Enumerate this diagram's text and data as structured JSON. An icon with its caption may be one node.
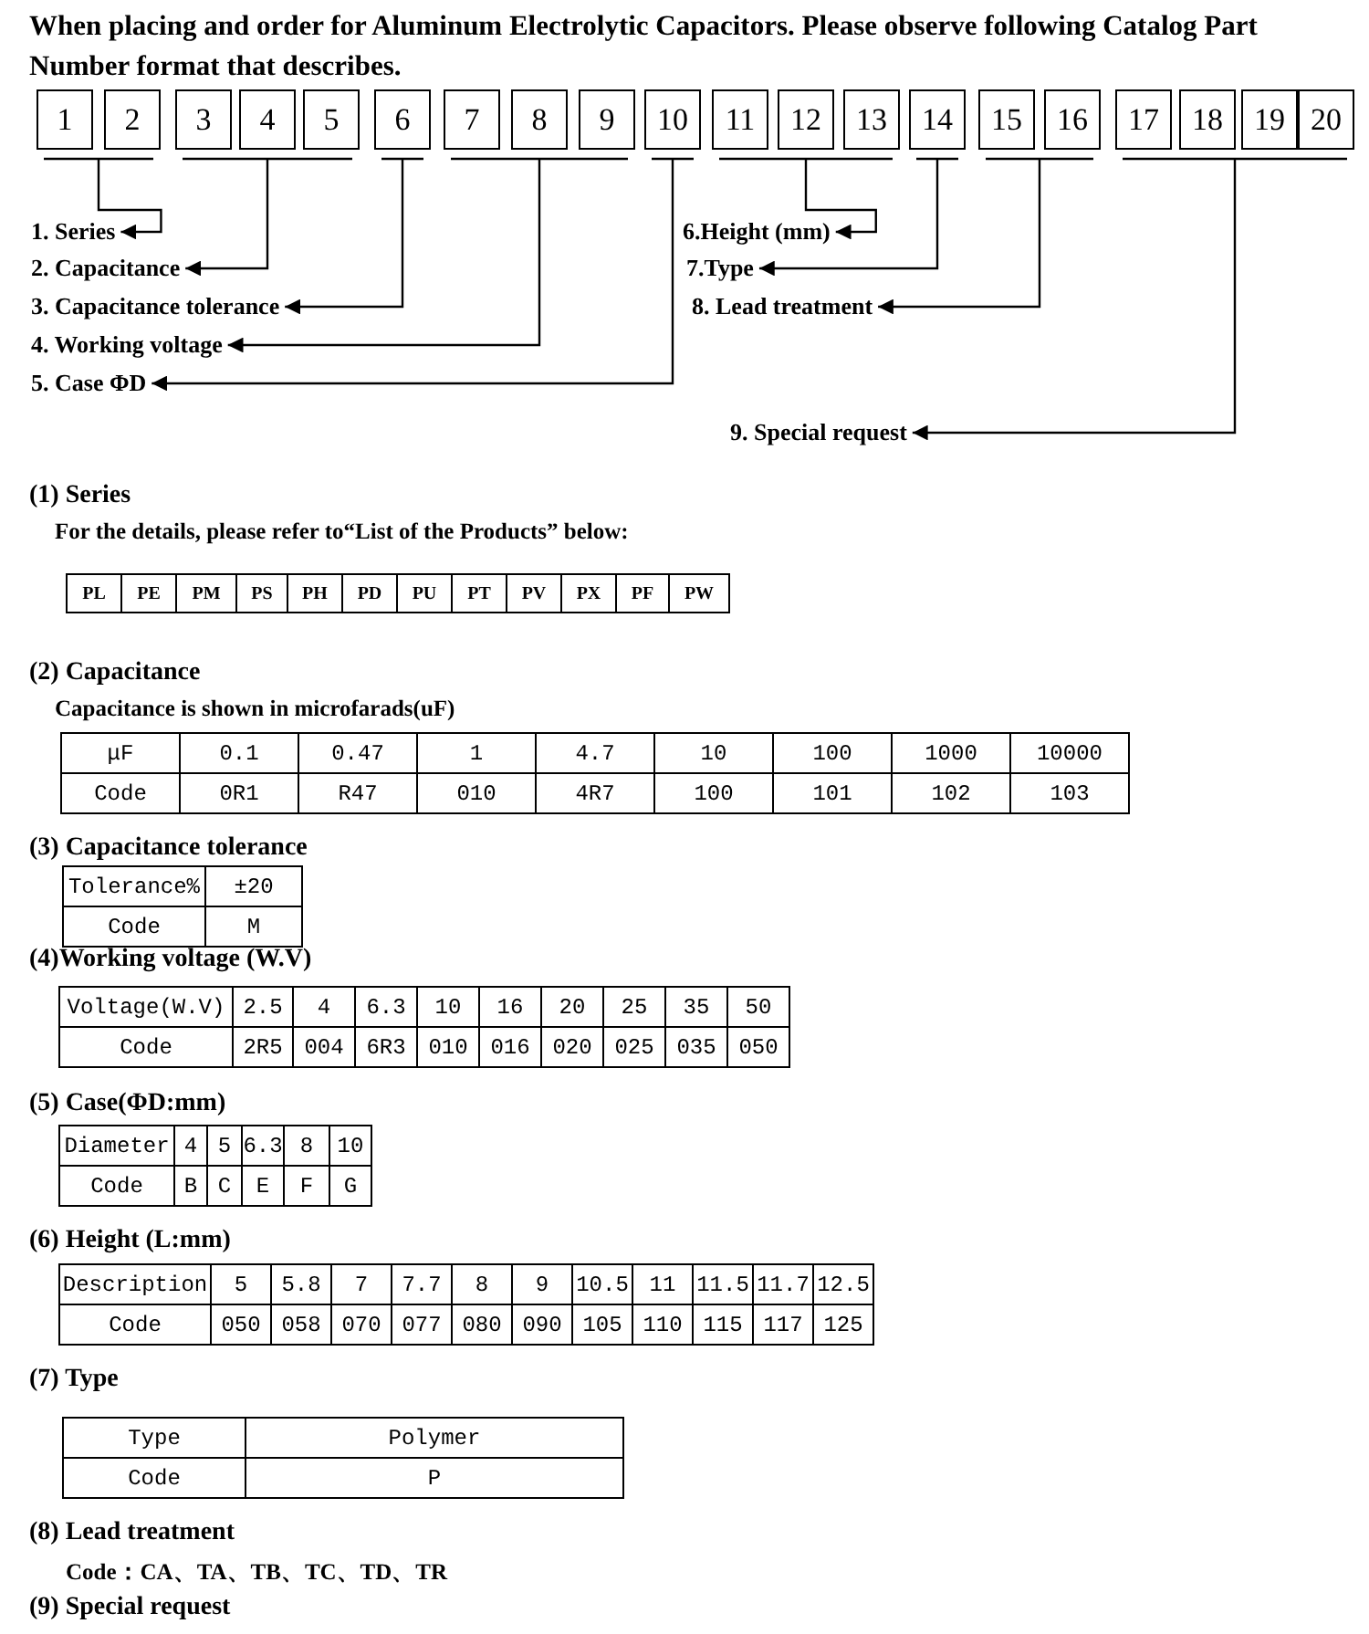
{
  "diagram": {
    "title": "When placing and order for Aluminum Electrolytic Capacitors. Please observe following Catalog Part Number format that describes.",
    "nodes": [
      {
        "text": [
          "1"
        ]
      },
      {
        "text": [
          "2"
        ]
      },
      {
        "text": [
          "3"
        ]
      },
      {
        "text": [
          "4"
        ]
      },
      {
        "text": [
          "5"
        ]
      },
      {
        "text": [
          "6"
        ]
      },
      {
        "text": [
          "7"
        ]
      },
      {
        "text": [
          "8"
        ]
      },
      {
        "text": [
          "9"
        ]
      },
      {
        "text": [
          "10"
        ]
      },
      {
        "text": [
          "11"
        ]
      },
      {
        "text": [
          "12"
        ]
      },
      {
        "text": [
          "13"
        ]
      },
      {
        "text": [
          "14"
        ]
      },
      {
        "text": [
          "15"
        ]
      },
      {
        "text": [
          "16"
        ]
      },
      {
        "text": [
          "17"
        ]
      },
      {
        "text": [
          "18"
        ]
      },
      {
        "text": [
          "19"
        ]
      },
      {
        "text": [
          "20"
        ]
      },
      {
        "text": [
          "1. Series"
        ]
      },
      {
        "text": [
          "2. Capacitance"
        ]
      },
      {
        "text": [
          "3. Capacitance tolerance"
        ]
      },
      {
        "text": [
          "4. Working voltage"
        ]
      },
      {
        "text": [
          "5. Case ΦD"
        ]
      },
      {
        "text": [
          "6.Height (mm)"
        ]
      },
      {
        "text": [
          "7.Type"
        ]
      },
      {
        "text": [
          "8. Lead treatment"
        ]
      },
      {
        "text": [
          "9. Special request"
        ]
      }
    ],
    "edges": [
      {
        "from": 0,
        "to": 20,
        "arrow": "to"
      },
      {
        "from": 1,
        "to": 20,
        "arrow": "to"
      },
      {
        "from": 2,
        "to": 21,
        "arrow": "to"
      },
      {
        "from": 3,
        "to": 21,
        "arrow": "to"
      },
      {
        "from": 4,
        "to": 21,
        "arrow": "to"
      },
      {
        "from": 5,
        "to": 22,
        "arrow": "to"
      },
      {
        "from": 6,
        "to": 23,
        "arrow": "to"
      },
      {
        "from": 7,
        "to": 23,
        "arrow": "to"
      },
      {
        "from": 8,
        "to": 23,
        "arrow": "to"
      },
      {
        "from": 9,
        "to": 24,
        "arrow": "to"
      },
      {
        "from": 10,
        "to": 25,
        "arrow": "to"
      },
      {
        "from": 11,
        "to": 25,
        "arrow": "to"
      },
      {
        "from": 12,
        "to": 25,
        "arrow": "to"
      },
      {
        "from": 13,
        "to": 26,
        "arrow": "to"
      },
      {
        "from": 14,
        "to": 27,
        "arrow": "to"
      },
      {
        "from": 15,
        "to": 27,
        "arrow": "to"
      },
      {
        "from": 16,
        "to": 28,
        "arrow": "to"
      },
      {
        "from": 17,
        "to": 28,
        "arrow": "to"
      },
      {
        "from": 18,
        "to": 28,
        "arrow": "to"
      },
      {
        "from": 19,
        "to": 28,
        "arrow": "to"
      }
    ],
    "labels": [
      "(1) Series",
      "For the details, please refer to“List of the Products” below:",
      "PL",
      "PE",
      "PM",
      "PS",
      "PH",
      "PD",
      "PU",
      "PT",
      "PV",
      "PX",
      "PF",
      "PW",
      "(2) Capacitance",
      "Capacitance is shown in microfarads(uF)",
      "μF",
      "0.1",
      "0.47",
      "1",
      "4.7",
      "10",
      "100",
      "1000",
      "10000",
      "Code",
      "0R1",
      "R47",
      "010",
      "4R7",
      "100",
      "101",
      "102",
      "103",
      "(3) Capacitance tolerance",
      "Tolerance%",
      "±20",
      "Code",
      "M",
      "(4)Working voltage (W.V)",
      "Voltage(W.V)",
      "2.5",
      "4",
      "6.3",
      "10",
      "16",
      "20",
      "25",
      "35",
      "50",
      "Code",
      "2R5",
      "004",
      "6R3",
      "010",
      "016",
      "020",
      "025",
      "035",
      "050",
      "(5) Case(ΦD:mm)",
      "Diameter",
      "4",
      "5",
      "6.3",
      "8",
      "10",
      "Code",
      "B",
      "C",
      "E",
      "F",
      "G",
      "(6) Height (L:mm)",
      "Description",
      "5",
      "5.8",
      "7",
      "7.7",
      "8",
      "9",
      "10.5",
      "11",
      "11.5",
      "11.7",
      "12.5",
      "Code",
      "050",
      "058",
      "070",
      "077",
      "080",
      "090",
      "105",
      "110",
      "115",
      "117",
      "125",
      "(7) Type",
      "Type",
      "Polymer",
      "Code",
      "P",
      "(8) Lead treatment",
      "Code：**CA、TA、TB、TC、TD、TR**",
      "(9) Special request"
    ]
  }
}
